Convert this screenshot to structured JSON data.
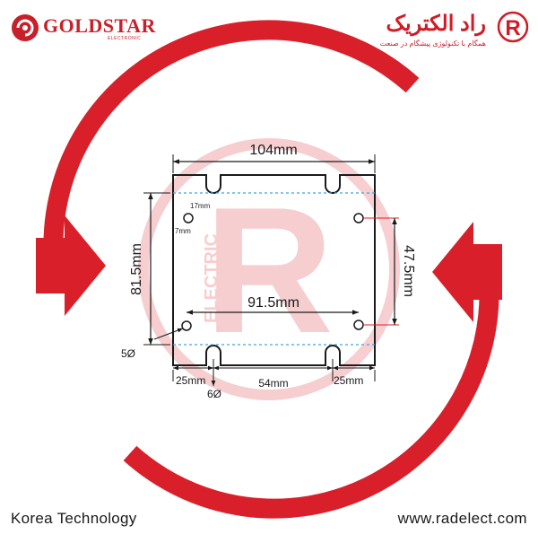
{
  "brand": {
    "name": "GOLDSTAR",
    "sub": "ELECTRONIC"
  },
  "seller": {
    "name": "راد الکتریک",
    "tagline": "همگام با تکنولوژی پیشگام در صنعت",
    "logo_letter": "R",
    "watermark_word": "ELECTRIC"
  },
  "footer": {
    "left": "Korea Technology",
    "right": "www.radelect.com"
  },
  "dimensions": {
    "top_width": "104mm",
    "left_height": "81.5mm",
    "right_hole_spacing": "47.5mm",
    "inner_hole_spacing": "91.5mm",
    "left_slot_offset": "25mm",
    "slot_spacing": "54mm",
    "right_slot_offset": "25mm",
    "hole_dia": "5Ø",
    "slot_width": "6Ø",
    "hole_offset_top": "17mm",
    "hole_offset_side": "7mm"
  },
  "colors": {
    "accent": "#d9202a",
    "watermark": "#f6c9cc",
    "guide": "#3aa7d9",
    "ink": "#1a1a1a"
  }
}
